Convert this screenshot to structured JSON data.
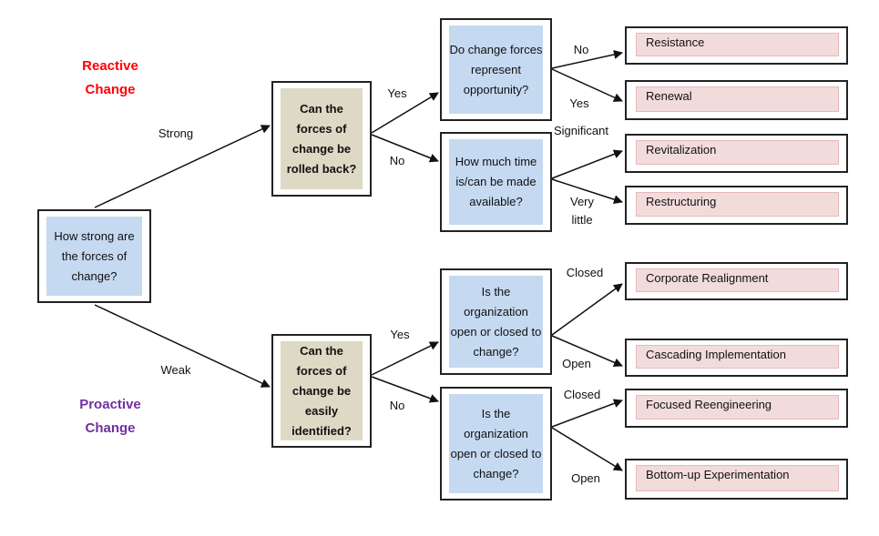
{
  "colors": {
    "reactive": "#ff0000",
    "proactive": "#7030a0",
    "question_fill": "#c5d9f1",
    "decision_fill": "#ddd9c4",
    "outcome_fill": "#f2dcdb"
  },
  "headers": {
    "reactive": "Reactive Change",
    "proactive": "Proactive Change"
  },
  "root": {
    "text": "How strong are the forces of change?"
  },
  "branches": {
    "strong": "Strong",
    "weak": "Weak"
  },
  "decisions": {
    "rolled_back": "Can the forces of change be rolled back?",
    "identified": "Can the forces of change be easily identified?"
  },
  "questions": {
    "opportunity": "Do change forces represent opportunity?",
    "time": "How much time is/can be made available?",
    "open_yes": "Is the organization open or closed to change?",
    "open_no": "Is the organization open or closed to change?"
  },
  "edge_labels": {
    "top_yes": "Yes",
    "top_no": "No",
    "opp_no": "No",
    "opp_yes": "Yes",
    "significant": "Significant",
    "very_little": "Very little",
    "bot_yes": "Yes",
    "bot_no": "No",
    "closed_1": "Closed",
    "open_1": "Open",
    "closed_2": "Closed",
    "open_2": "Open"
  },
  "outcomes": {
    "resistance": "Resistance",
    "renewal": "Renewal",
    "revitalization": "Revitalization",
    "restructuring": "Restructuring",
    "corporate_realignment": "Corporate Realignment",
    "cascading_implementation": "Cascading Implementation",
    "focused_reengineering": "Focused Reengineering",
    "bottom_up_experimentation": "Bottom-up Experimentation"
  }
}
